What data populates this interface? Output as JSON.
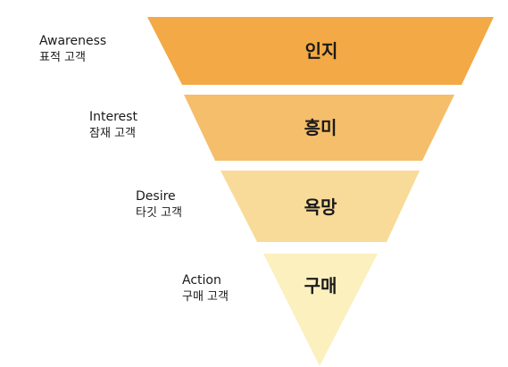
{
  "stages": [
    {
      "name": "인지",
      "label_en": "Awareness",
      "label_ko": "표적 고객",
      "color": "#F3A945"
    },
    {
      "name": "흥미",
      "label_en": "Interest",
      "label_ko": "잠재 고객",
      "color": "#F4BE6B"
    },
    {
      "name": "욕망",
      "label_en": "Desire",
      "label_ko": "타깃 고객",
      "color": "#F8DB98"
    },
    {
      "name": "구매",
      "label_en": "Action",
      "label_ko": "구매 고객",
      "color": "#FBF0BE"
    }
  ]
}
